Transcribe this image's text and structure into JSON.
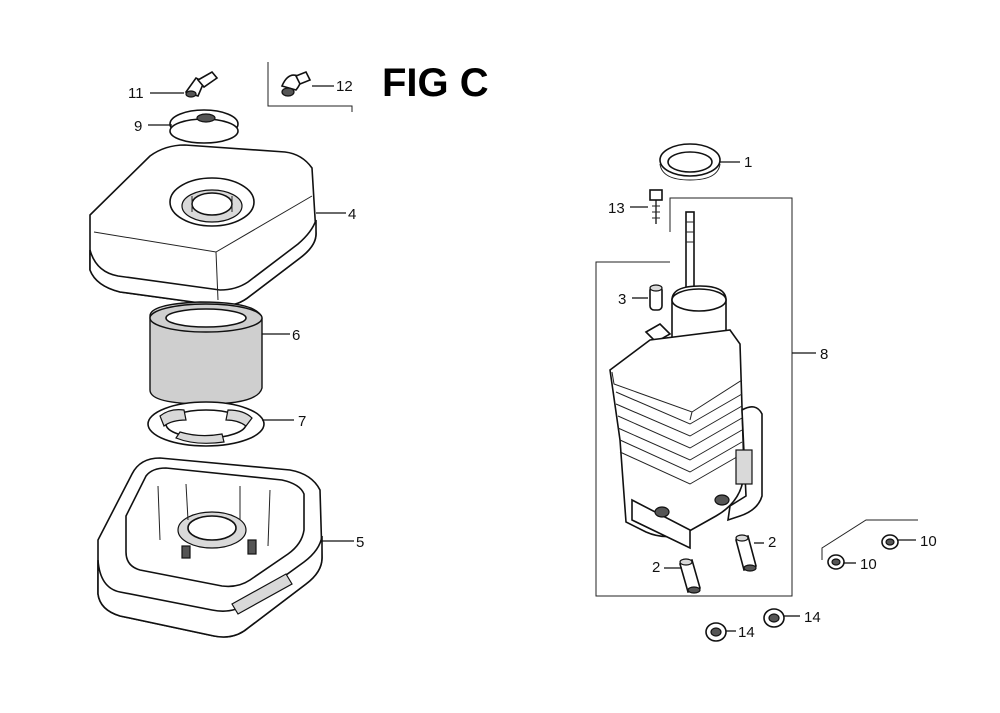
{
  "figure": {
    "title": "FIG C"
  },
  "callouts": [
    {
      "id": "c11a",
      "text": "11"
    },
    {
      "id": "c12",
      "text": "12"
    },
    {
      "id": "c9",
      "text": "9"
    },
    {
      "id": "c4",
      "text": "4"
    },
    {
      "id": "c6",
      "text": "6"
    },
    {
      "id": "c7",
      "text": "7"
    },
    {
      "id": "c5",
      "text": "5"
    },
    {
      "id": "c1",
      "text": "1"
    },
    {
      "id": "c13",
      "text": "13"
    },
    {
      "id": "c3",
      "text": "3"
    },
    {
      "id": "c8",
      "text": "8"
    },
    {
      "id": "c2a",
      "text": "2"
    },
    {
      "id": "c2b",
      "text": "2"
    },
    {
      "id": "c10a",
      "text": "10"
    },
    {
      "id": "c10b",
      "text": "10"
    },
    {
      "id": "c14a",
      "text": "14"
    },
    {
      "id": "c14b",
      "text": "14"
    }
  ]
}
